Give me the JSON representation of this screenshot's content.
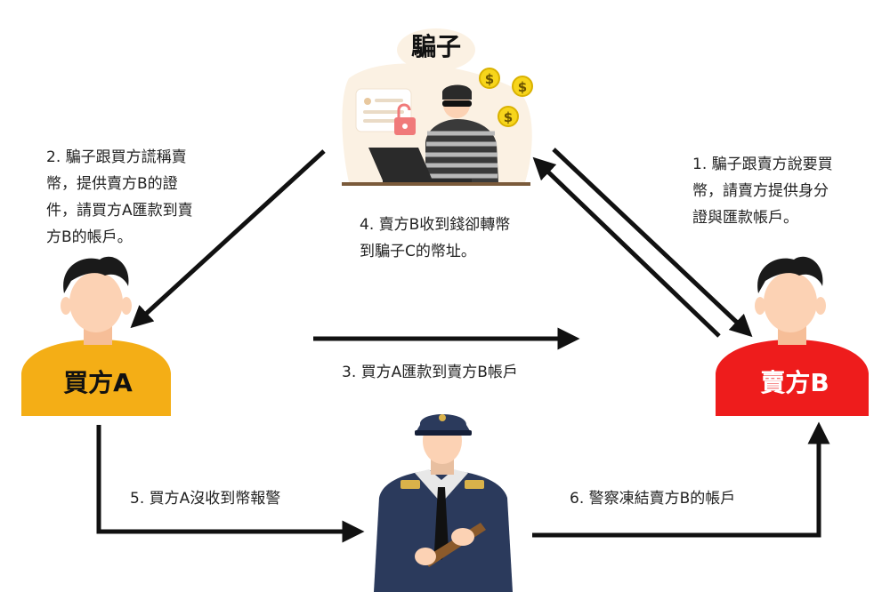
{
  "colors": {
    "buyer_shirt": "#F4AE16",
    "seller_shirt": "#EE1C1C",
    "skin": "#FCD2B4",
    "hair": "#1A1A1A",
    "police_uniform": "#2B3A5C",
    "coin": "#F7D51B",
    "arrow": "#111111",
    "lock": "#F07A7A"
  },
  "icons": {
    "coin_symbol": "$"
  },
  "nodes": {
    "scammer": {
      "label": "騙子"
    },
    "buyer": {
      "label": "買方A"
    },
    "seller": {
      "label": "賣方B"
    }
  },
  "steps": {
    "s1": "1. 騙子跟賣方說要買\n幣，請賣方提供身分\n證與匯款帳戶。",
    "s2": "2. 騙子跟買方謊稱賣\n幣，提供賣方B的證\n件，請買方A匯款到賣\n方B的帳戶。",
    "s3": "3.  買方A匯款到賣方B帳戶",
    "s4": "4. 賣方B收到錢卻轉幣\n到騙子C的幣址。",
    "s5": "5.  買方A沒收到幣報警",
    "s6": "6.  警察凍結賣方B的帳戶"
  }
}
